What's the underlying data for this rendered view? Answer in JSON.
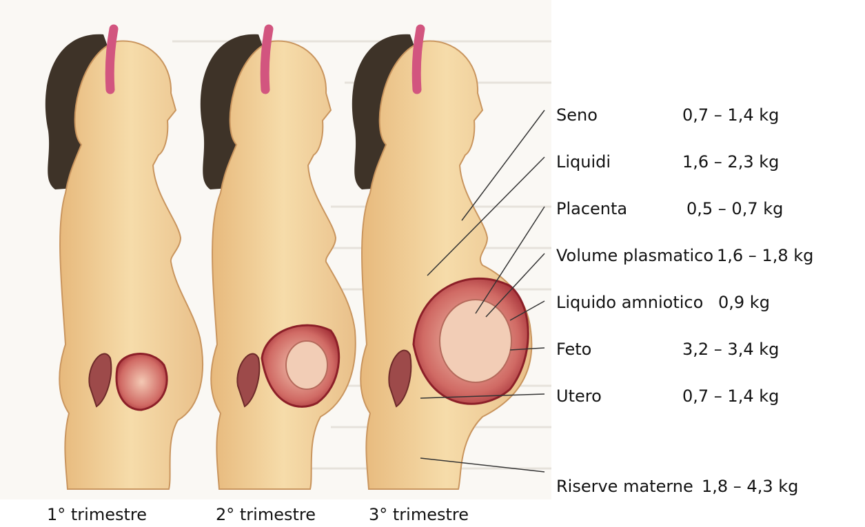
{
  "labels": {
    "seno": {
      "name": "Seno",
      "value": "0,7 – 1,4 kg"
    },
    "liquidi": {
      "name": "Liquidi",
      "value": "1,6 – 2,3 kg"
    },
    "placenta": {
      "name": "Placenta",
      "value": "0,5 – 0,7 kg"
    },
    "volume_plasmatico": {
      "name": "Volume plasmatico",
      "value": "1,6 – 1,8 kg"
    },
    "liquido_amniotico": {
      "name": "Liquido amniotico",
      "value": "0,9 kg"
    },
    "feto": {
      "name": "Feto",
      "value": "3,2 – 3,4 kg"
    },
    "utero": {
      "name": "Utero",
      "value": "0,7 – 1,4 kg"
    },
    "riserve_materne": {
      "name": "Riserve materne",
      "value": "1,8 – 4,3 kg"
    }
  },
  "captions": {
    "t1": "1° trimestre",
    "t2": "2° trimestre",
    "t3": "3° trimestre"
  },
  "colors": {
    "skin": "#f1d29a",
    "hair": "#3e3328",
    "headband": "#d2557f",
    "uterus": "#b0303a",
    "leader": "#333333"
  }
}
